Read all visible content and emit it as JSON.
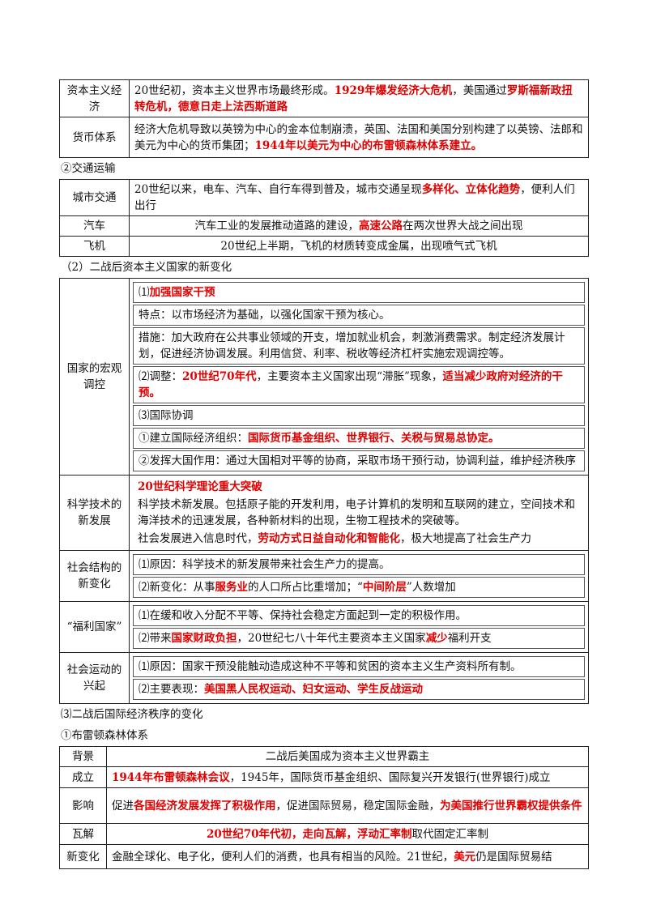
{
  "t1": {
    "r1": {
      "label": "资本主义经济",
      "p1": "20世纪初，资本主义世界市场最终形成。",
      "p2": "1929年爆发经济大危机",
      "p3": "，美国通过",
      "p4": "罗斯福新政扭转危机，德意日走上法西斯道路"
    },
    "r2": {
      "label": "货币体系",
      "p1": "经济大危机导致以英镑为中心的金本位制崩溃，英国、法国和美国分别构建了以英镑、法郎和美元为中心的货币集团；",
      "p2": "1944年以美元为中心的布雷顿森林体系建立。"
    }
  },
  "h_transport": "②交通运输",
  "t2": {
    "r1": {
      "label": "城市交通",
      "p1": "20世纪以来，电车、汽车、自行车得到普及，城市交通呈现",
      "p2": "多样化、立体化趋势",
      "p3": "，便利人们出行"
    },
    "r2": {
      "label": "汽车",
      "p1": "汽车工业的发展推动道路的建设，",
      "p2": "高速公路",
      "p3": "在两次世界大战之间出现"
    },
    "r3": {
      "label": "飞机",
      "p1": "20世纪上半期，飞机的材质转变成金属，出现喷气式飞机"
    }
  },
  "h_postwar": "（2）二战后资本主义国家的新变化",
  "t3": {
    "macro": {
      "label": "国家的宏观调控",
      "a_num": "⑴",
      "a_title": "加强国家干预",
      "a_feat": "特点：以市场经济为基础，以强化国家干预为核心。",
      "a_meas": "措施：加大政府在公共事业领域的开支，增加就业机会，刺激消费需求。制定经济发展计划，促进经济协调发展。利用信贷、利率、税收等经济杠杆实施宏观调控等。",
      "b1": "⑵调整：",
      "b2": "20世纪70年代",
      "b3": "，主要资本主义国家出现“滞胀”现象，",
      "b4": "适当减少政府对经济的干预。",
      "c1": "⑶国际协调",
      "d1": "①建立国际经济组织：",
      "d2": "国际货币基金组织、世界银行、关税与贸易总协定。",
      "e1": "②发挥大国作用：通过大国相对平等的协商，采取市场干预行动，协调利益，维护经济秩序"
    },
    "sci": {
      "label": "科学技术的新发展",
      "t": "20世纪科学理论重大突破",
      "p": "科学技术新发展。包括原子能的开发利用，电子计算机的发明和互联网的建立，空间技术和海洋技术的迅速发展，各种新材料的出现，生物工程技术的突破等。",
      "q1": "社会发展进入信息时代，",
      "q2": "劳动方式日益自动化和智能化",
      "q3": "，极大地提高了社会生产力"
    },
    "soc": {
      "label": "社会结构的新变化",
      "a": "⑴原因：科学技术的新发展带来社会生产力的提高。",
      "b1": "⑵新变化：从事",
      "b2": "服务业",
      "b3": "的人口所占比重增加；“",
      "b4": "中间阶层",
      "b5": "”人数增加"
    },
    "wel": {
      "label": "“福利国家”",
      "a": "⑴在缓和收入分配不平等、保持社会稳定方面起到一定的积极作用。",
      "b1": "⑵带来",
      "b2": "国家财政负担",
      "b3": "，20世纪七八十年代主要资本主义国家",
      "b4": "减少",
      "b5": "福利开支"
    },
    "mov": {
      "label": "社会运动的兴起",
      "a": "⑴原因：国家干预没能触动造成这种不平等和贫困的资本主义生产资料所有制。",
      "b1": "⑵主要表现：",
      "b2": "美国黑人民权运动、妇女运动、学生反战运动"
    }
  },
  "h_order": "⑶二战后国际经济秩序的变化",
  "h_bretton": "①布雷顿森林体系",
  "t4": {
    "r1": {
      "label": "背景",
      "p1": "二战后美国成为资本主义世界霸主"
    },
    "r2": {
      "label": "成立",
      "p1": "1944年布雷顿森林会议",
      "p2": "，1945年，国际货币基金组织、国际复兴开发银行(世界银行)成立"
    },
    "r3": {
      "label": "影响",
      "p1": "促进",
      "p2": "各国经济发展发挥了积极作用",
      "p3": "，促进国际贸易，稳定国际金融，",
      "p4": "为美国推行世界霸权提供条件"
    },
    "r4": {
      "label": "瓦解",
      "p1": "20世纪70年代初，走向瓦解，浮动汇率制",
      "p2": "取代固定汇率制"
    },
    "r5": {
      "label": "新变化",
      "p1": "金融全球化、电子化，便利人们的消费，也具有相当的风险。21世纪，",
      "p2": "美元",
      "p3": "仍是国际贸易结"
    }
  }
}
